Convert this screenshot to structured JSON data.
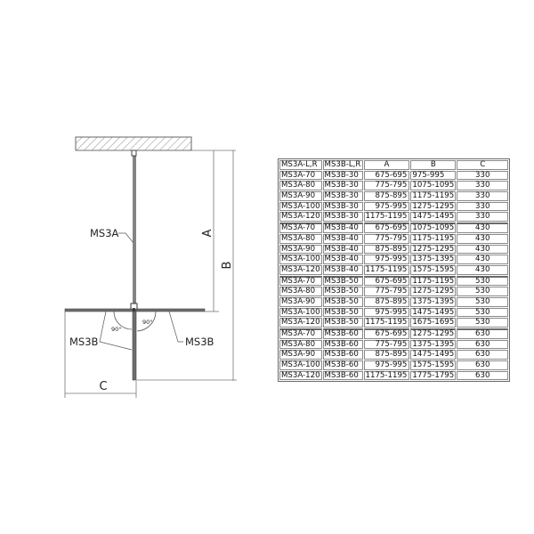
{
  "diagram": {
    "labels": {
      "panel_main": "MS3A",
      "panel_left": "MS3B",
      "panel_right": "MS3B",
      "dim_a": "A",
      "dim_b": "B",
      "dim_c": "C",
      "angle_left": "90°",
      "angle_right": "90°"
    },
    "colors": {
      "line": "#555555",
      "panel": "#6e6e6e",
      "hatch": "#888888"
    }
  },
  "table": {
    "headers": [
      "MS3A-L,R",
      "MS3B-L,R",
      "A",
      "B",
      "C"
    ],
    "groups": [
      {
        "rows": [
          [
            "MS3A-70",
            "MS3B-30",
            "675-695",
            "975-995",
            "330"
          ],
          [
            "MS3A-80",
            "MS3B-30",
            "775-795",
            "1075-1095",
            "330"
          ],
          [
            "MS3A-90",
            "MS3B-30",
            "875-895",
            "1175-1195",
            "330"
          ],
          [
            "MS3A-100",
            "MS3B-30",
            "975-995",
            "1275-1295",
            "330"
          ],
          [
            "MS3A-120",
            "MS3B-30",
            "1175-1195",
            "1475-1495",
            "330"
          ]
        ]
      },
      {
        "rows": [
          [
            "MS3A-70",
            "MS3B-40",
            "675-695",
            "1075-1095",
            "430"
          ],
          [
            "MS3A-80",
            "MS3B-40",
            "775-795",
            "1175-1195",
            "430"
          ],
          [
            "MS3A-90",
            "MS3B-40",
            "875-895",
            "1275-1295",
            "430"
          ],
          [
            "MS3A-100",
            "MS3B-40",
            "975-995",
            "1375-1395",
            "430"
          ],
          [
            "MS3A-120",
            "MS3B-40",
            "1175-1195",
            "1575-1595",
            "430"
          ]
        ]
      },
      {
        "rows": [
          [
            "MS3A-70",
            "MS3B-50",
            "675-695",
            "1175-1195",
            "530"
          ],
          [
            "MS3A-80",
            "MS3B-50",
            "775-795",
            "1275-1295",
            "530"
          ],
          [
            "MS3A-90",
            "MS3B-50",
            "875-895",
            "1375-1395",
            "530"
          ],
          [
            "MS3A-100",
            "MS3B-50",
            "975-995",
            "1475-1495",
            "530"
          ],
          [
            "MS3A-120",
            "MS3B-50",
            "1175-1195",
            "1675-1695",
            "530"
          ]
        ]
      },
      {
        "rows": [
          [
            "MS3A-70",
            "MS3B-60",
            "675-695",
            "1275-1295",
            "630"
          ],
          [
            "MS3A-80",
            "MS3B-60",
            "775-795",
            "1375-1395",
            "630"
          ],
          [
            "MS3A-90",
            "MS3B-60",
            "875-895",
            "1475-1495",
            "630"
          ],
          [
            "MS3A-100",
            "MS3B-60",
            "975-995",
            "1575-1595",
            "630"
          ],
          [
            "MS3A-120",
            "MS3B-60",
            "1175-1195",
            "1775-1795",
            "630"
          ]
        ]
      }
    ]
  }
}
